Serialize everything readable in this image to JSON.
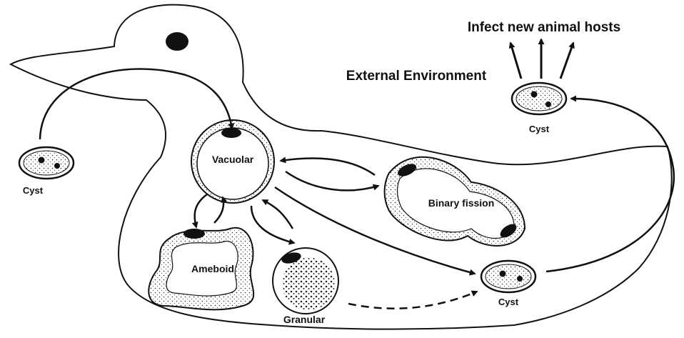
{
  "title": "Infect new animal hosts",
  "environment_label": "External Environment",
  "labels": {
    "cyst_left": "Cyst",
    "cyst_external": "Cyst",
    "cyst_internal": "Cyst",
    "vacuolar": "Vacuolar",
    "binary_fission": "Binary fission",
    "ameboid": "Ameboid",
    "granular": "Granular"
  },
  "colors": {
    "ink": "#111111",
    "stipple": "#333333",
    "background": "#ffffff"
  },
  "icons": [
    "duck-host-outline",
    "cyst-icon",
    "vacuolar-cell-icon",
    "binary-fission-cell-icon",
    "ameboid-cell-icon",
    "granular-cell-icon"
  ]
}
